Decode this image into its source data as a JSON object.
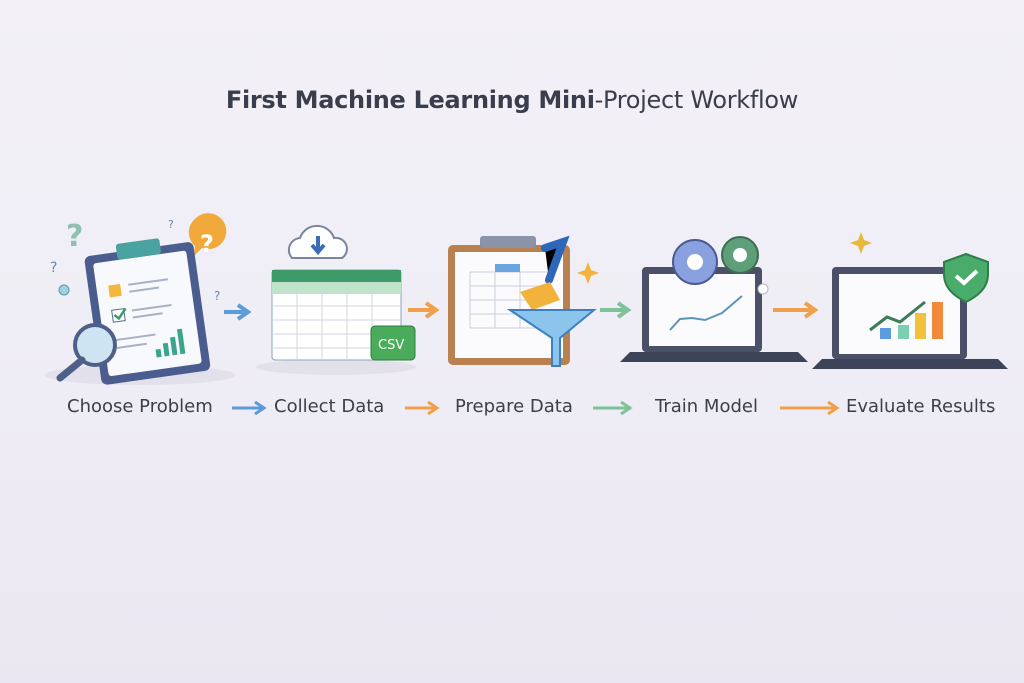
{
  "title": {
    "bold": "First Machine Learning Mini",
    "rest": "-Project Workflow"
  },
  "steps": [
    {
      "label": "Choose Problem",
      "icon": "clipboard-checklist-magnifier-icon"
    },
    {
      "label": "Collect Data",
      "icon": "spreadsheet-cloud-download-icon",
      "badge": "CSV"
    },
    {
      "label": "Prepare Data",
      "icon": "clipboard-brush-funnel-icon"
    },
    {
      "label": "Train Model",
      "icon": "laptop-gears-chart-icon"
    },
    {
      "label": "Evaluate Results",
      "icon": "laptop-bar-chart-shield-icon"
    }
  ],
  "colors": {
    "blue": "#5b9bd8",
    "orange": "#f0a04a",
    "green": "#7fc29a",
    "text": "#3b3f4a",
    "background": "#efedf5"
  }
}
